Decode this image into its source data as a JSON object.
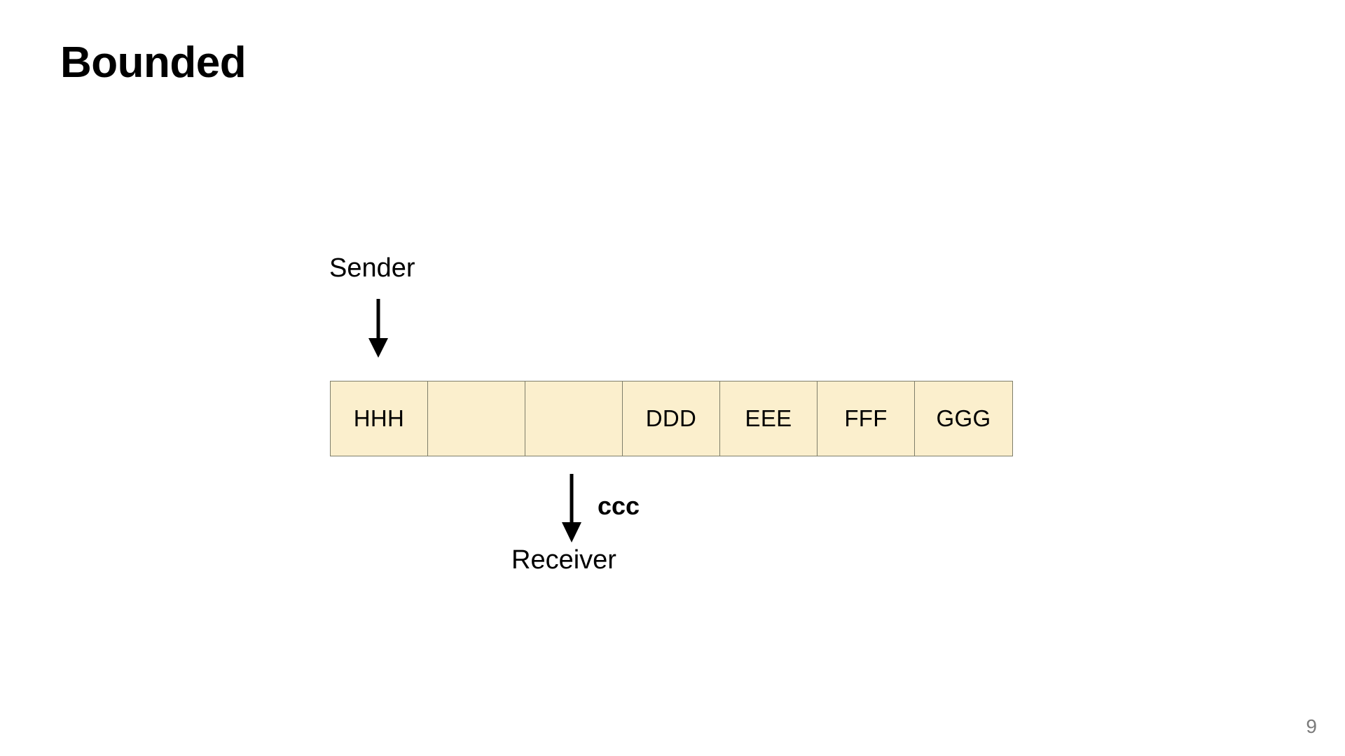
{
  "slide": {
    "title": "Bounded",
    "page_number": "9",
    "background_color": "#ffffff",
    "title_color": "#000000",
    "page_number_color": "#7b7b7b"
  },
  "diagram": {
    "sender": {
      "label": "Sender",
      "arrow": "down-arrow"
    },
    "receiver": {
      "label": "Receiver",
      "arrow": "down-arrow",
      "item_label": "ccc"
    },
    "buffer": {
      "fill_color": "#fbefcd",
      "border_color": "#7e7e6a",
      "cells": [
        {
          "label": "HHH",
          "empty": false
        },
        {
          "label": "",
          "empty": true
        },
        {
          "label": "",
          "empty": true
        },
        {
          "label": "DDD",
          "empty": false
        },
        {
          "label": "EEE",
          "empty": false
        },
        {
          "label": "FFF",
          "empty": false
        },
        {
          "label": "GGG",
          "empty": false
        }
      ]
    }
  }
}
